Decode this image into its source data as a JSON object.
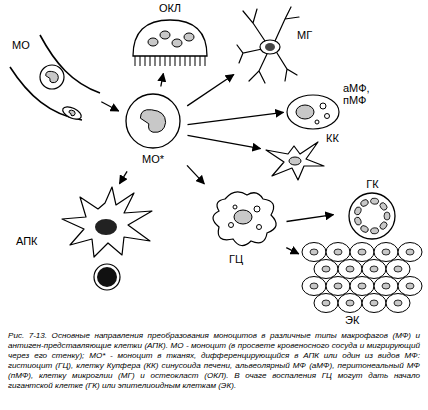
{
  "diagram": {
    "caption": "Рис. 7-13. Основные направления преобразования моноцитов в различные типы макрофагов (МФ) и антиген-представляющие клетки (АПК). МО - моноцит (в просвете кровеносного сосуда и мигрирующий через его стенку); МО* - моноцит в тканях, дифференцирующийся в АПК или один из видов МФ: гистиоцит (ГЦ), клетку Купфера (КК) синусоида печени, альвеолярный МФ (аМФ), перитонеальный МФ (пМФ), клетку микроглии (МГ) и остеокласт (ОКЛ). В очаге воспаления ГЦ могут дать начало гигантской клетке (ГК) или эпителиоидным клеткам (ЭК).",
    "nodes": [
      {
        "text": [
          "МО"
        ]
      },
      {
        "text": [
          "ОКЛ"
        ]
      },
      {
        "text": [
          "МГ"
        ]
      },
      {
        "text": [
          "аМФ, пМФ"
        ]
      },
      {
        "text": [
          "МО*"
        ]
      },
      {
        "text": [
          "КК"
        ]
      },
      {
        "text": [
          "ГК"
        ]
      },
      {
        "text": [
          "ГЦ"
        ]
      },
      {
        "text": [
          "ЭК"
        ]
      },
      {
        "text": [
          "АПК"
        ]
      }
    ],
    "edges": [
      {
        "from": 0,
        "to": 4,
        "arrow": "to"
      },
      {
        "from": 4,
        "to": 1,
        "arrow": "to"
      },
      {
        "from": 4,
        "to": 2,
        "arrow": "to"
      },
      {
        "from": 4,
        "to": 3,
        "arrow": "to"
      },
      {
        "from": 4,
        "to": 5,
        "arrow": "to"
      },
      {
        "from": 4,
        "to": 7,
        "arrow": "to"
      },
      {
        "from": 4,
        "to": 9,
        "arrow": "to"
      },
      {
        "from": 7,
        "to": 6,
        "arrow": "to"
      },
      {
        "from": 7,
        "to": 8,
        "arrow": "to"
      }
    ]
  }
}
